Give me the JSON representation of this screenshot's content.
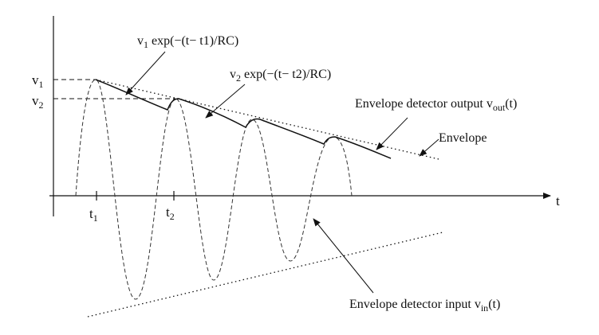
{
  "diagram": {
    "axis": {
      "t_label": "t"
    },
    "y_markers": {
      "v1": "v",
      "v1_sub": "1",
      "v2": "v",
      "v2_sub": "2"
    },
    "x_markers": {
      "t1": "t",
      "t1_sub": "1",
      "t2": "t",
      "t2_sub": "2"
    },
    "annotations": {
      "decay1": {
        "prefix": "v",
        "sub": "1",
        "expr": " exp(−(t− t1)/RC)"
      },
      "decay2": {
        "prefix": "v",
        "sub": "2",
        "expr": " exp(−(t− t2)/RC)"
      },
      "output": {
        "text": "Envelope detector output  v",
        "sub": "out",
        "suffix": "(t)"
      },
      "envelope": {
        "text": "Envelope"
      },
      "input": {
        "text": "Envelope detector input   v",
        "sub": "in",
        "suffix": "(t)"
      }
    },
    "colors": {
      "ink": "#111111",
      "background": "#ffffff"
    }
  }
}
